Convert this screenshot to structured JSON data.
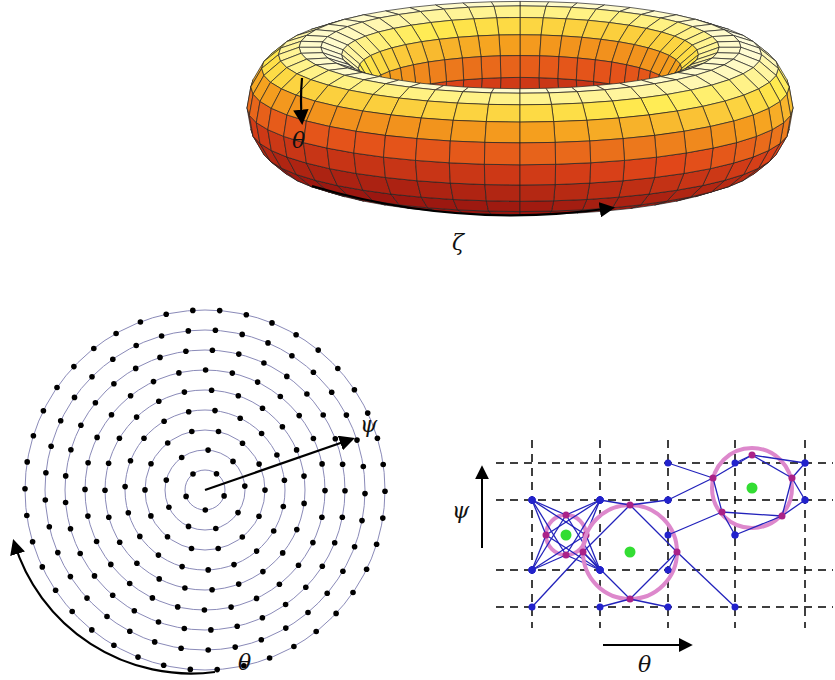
{
  "diagram": {
    "labels": [
      "θ",
      "ζ",
      "ψ",
      "θ",
      "ψ",
      "θ"
    ]
  }
}
